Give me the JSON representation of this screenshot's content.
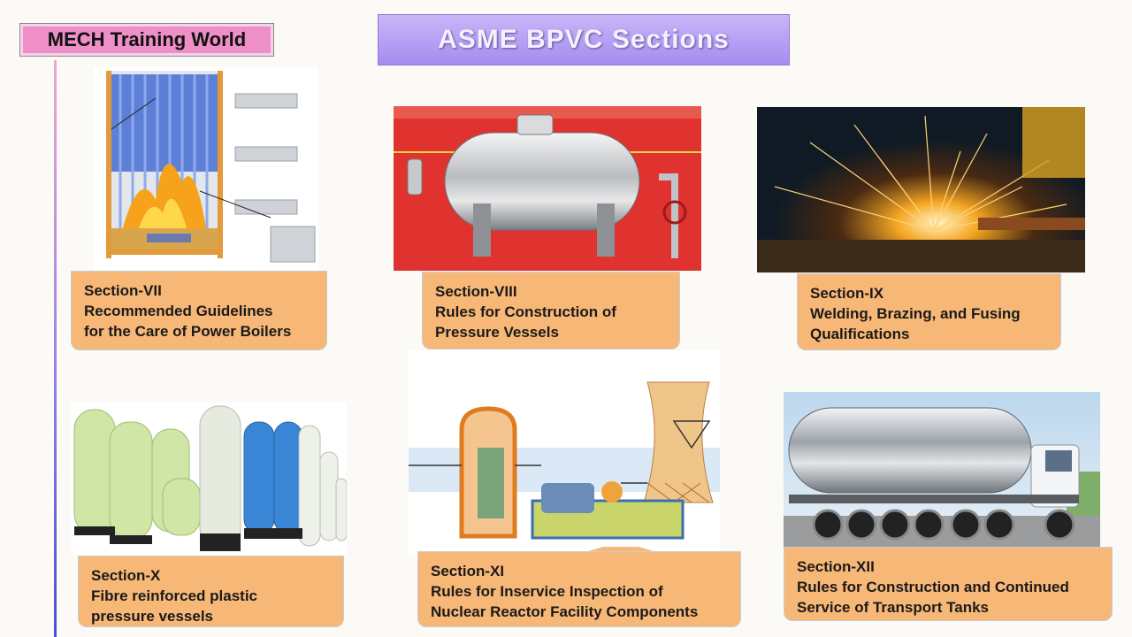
{
  "header": {
    "brand": "MECH Training World",
    "title": "ASME BPVC Sections"
  },
  "cards": [
    {
      "section": "Section-VII",
      "line1": "Recommended Guidelines",
      "line2": "for the Care of Power Boilers",
      "image": "power-boiler-illustration"
    },
    {
      "section": "Section-VIII",
      "line1": "Rules for Construction of",
      "line2": "Pressure Vessels",
      "image": "pressure-vessel-photo"
    },
    {
      "section": "Section-IX",
      "line1": "Welding, Brazing, and Fusing",
      "line2": "Qualifications",
      "image": "welding-sparks-photo"
    },
    {
      "section": "Section-X",
      "line1": "Fibre reinforced plastic",
      "line2": "pressure vessels",
      "image": "frp-vessels-photo"
    },
    {
      "section": "Section-XI",
      "line1": "Rules for Inservice Inspection of",
      "line2": "Nuclear Reactor Facility Components",
      "image": "nuclear-plant-illustration"
    },
    {
      "section": "Section-XII",
      "line1": "Rules for Construction and Continued",
      "line2": "Service of Transport Tanks",
      "image": "tanker-truck-photo"
    }
  ],
  "colors": {
    "brand_bg": "#ee8fc8",
    "title_bg": "#b39ef4",
    "caption_bg": "#f7b777",
    "page_bg": "#fbfaf7"
  }
}
